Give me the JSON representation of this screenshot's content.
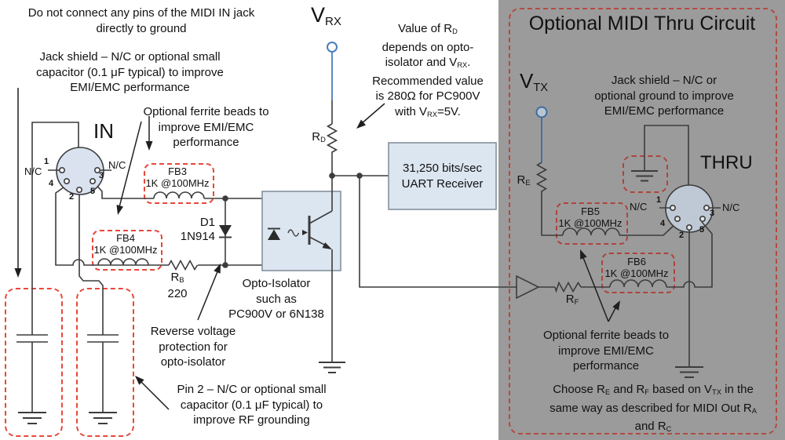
{
  "colors": {
    "accent_blue": "#4a7ebc",
    "dashed_red": "#e8473b",
    "panel_gray": "#9b9b9b",
    "box_fill": "#dce6f1",
    "wire": "#3c3c3c"
  },
  "left": {
    "note_top": "Do not connect any pins of the MIDI IN jack\ndirectly to ground",
    "note_jack_shield": "Jack shield – N/C or optional small\ncapacitor (0.1 μF typical) to improve\nEMI/EMC performance",
    "note_ferrite": "Optional ferrite beads to\nimprove EMI/EMC\nperformance",
    "in_label": "IN",
    "conn": {
      "n1": "1",
      "n2": "2",
      "n3": "3",
      "n4": "4",
      "n5": "5",
      "nc_left": "N/C",
      "nc_right": "N/C"
    },
    "fb3": {
      "name": "FB3",
      "value": "1K @100MHz"
    },
    "fb4": {
      "name": "FB4",
      "value": "1K @100MHz"
    },
    "d1_label": "D1\n1N914",
    "rb_label_runs": [
      {
        "t": "R"
      },
      {
        "t": "B",
        "sub": true
      },
      {
        "br": true
      },
      {
        "t": "220"
      }
    ],
    "rd_label_runs": [
      {
        "t": "R"
      },
      {
        "t": "D",
        "sub": true
      }
    ],
    "vrx_runs": [
      {
        "t": "V"
      },
      {
        "t": "RX",
        "sub": true
      }
    ],
    "note_rd_runs": [
      {
        "t": "Value of R"
      },
      {
        "t": "D",
        "sub": true
      },
      {
        "br": true
      },
      {
        "t": "depends on opto-"
      },
      {
        "br": true
      },
      {
        "t": "isolator and V"
      },
      {
        "t": "RX",
        "sub": true
      },
      {
        "t": "."
      },
      {
        "br": true
      },
      {
        "t": "Recommended value"
      },
      {
        "br": true
      },
      {
        "t": "is 280Ω for PC900V"
      },
      {
        "br": true
      },
      {
        "t": "with V"
      },
      {
        "t": "RX",
        "sub": true
      },
      {
        "t": "=5V."
      }
    ],
    "uart_label": "31,250 bits/sec\nUART Receiver",
    "note_opto": "Opto-Isolator\nsuch as\nPC900V or 6N138",
    "note_reverse": "Reverse voltage\nprotection for\nopto-isolator",
    "note_pin2": "Pin 2 – N/C or optional small\ncapacitor (0.1 μF typical) to\nimprove RF grounding"
  },
  "thru": {
    "title": "Optional MIDI Thru Circuit",
    "vtx_runs": [
      {
        "t": "V"
      },
      {
        "t": "TX",
        "sub": true
      }
    ],
    "note_jack_shield": "Jack shield – N/C or\noptional ground to improve\nEMI/EMC performance",
    "thru_label": "THRU",
    "conn": {
      "n1": "1",
      "n2": "2",
      "n3": "3",
      "n4": "4",
      "n5": "5",
      "nc_left": "N/C",
      "nc_right": "N/C"
    },
    "fb5": {
      "name": "FB5",
      "value": "1K @100MHz"
    },
    "fb6": {
      "name": "FB6",
      "value": "1K @100MHz"
    },
    "re_label_runs": [
      {
        "t": "R"
      },
      {
        "t": "E",
        "sub": true
      }
    ],
    "rf_label_runs": [
      {
        "t": "R"
      },
      {
        "t": "F",
        "sub": true
      }
    ],
    "note_ferrite": "Optional ferrite beads to\nimprove EMI/EMC\nperformance",
    "note_choose_runs": [
      {
        "t": "Choose R"
      },
      {
        "t": "E",
        "sub": true
      },
      {
        "t": " and R"
      },
      {
        "t": "F",
        "sub": true
      },
      {
        "t": " based on V"
      },
      {
        "t": "TX",
        "sub": true
      },
      {
        "t": " in the"
      },
      {
        "br": true
      },
      {
        "t": "same way as described for MIDI Out R"
      },
      {
        "t": "A",
        "sub": true
      },
      {
        "br": true
      },
      {
        "t": "and R"
      },
      {
        "t": "C",
        "sub": true
      }
    ]
  }
}
